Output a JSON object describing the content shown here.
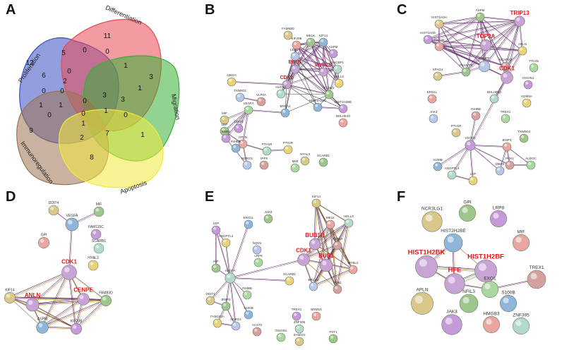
{
  "panels": [
    {
      "id": "venn",
      "label": "A"
    },
    {
      "id": "netB",
      "label": "B"
    },
    {
      "id": "netC",
      "label": "C"
    },
    {
      "id": "netD",
      "label": "D"
    },
    {
      "id": "netE",
      "label": "E"
    },
    {
      "id": "netF",
      "label": "F"
    }
  ],
  "venn": {
    "sets": [
      {
        "name": "Proliferation",
        "color": "#3b4fc4"
      },
      {
        "name": "Differentiation",
        "color": "#e84a55"
      },
      {
        "name": "Migration",
        "color": "#35b035"
      },
      {
        "name": "Immunoregulation",
        "color": "#9c7350"
      },
      {
        "name": "Apoptosis",
        "color": "#f0ea3c"
      }
    ],
    "counts": [
      "12",
      "5",
      "11",
      "6",
      "0",
      "0",
      "2",
      "1",
      "0",
      "0",
      "3",
      "1",
      "0",
      "1",
      "3",
      "3",
      "0",
      "1",
      "1",
      "0",
      "0",
      "1",
      "0",
      "7",
      "1",
      "9",
      "2",
      "8"
    ]
  },
  "networks": {
    "B": {
      "nodes": [
        "FAM83D",
        "MELK",
        "KIF14",
        "ASPM",
        "KIF20B",
        "SHCBP1",
        "HELLS",
        "CDC20",
        "BUB1",
        "BUB1B",
        "CDK1",
        "CCNE2",
        "HIST1H2AC",
        "HIST1H2BE",
        "BHLHE40",
        "HVCN1",
        "GBGH",
        "TXNRD1",
        "VLP0A",
        "VEGFA",
        "MIF",
        "LEP",
        "BRCA2",
        "DDIT4",
        "APLN",
        "PTH1R",
        "PTGIR",
        "NDRG1",
        "IRF8",
        "MMI",
        "HYAL3",
        "SCARB1",
        "INHBB",
        "SSBB"
      ],
      "highlight": [
        "BUB1",
        "BUB1B",
        "CDK1"
      ]
    },
    "C": {
      "nodes": [
        "HIST1H3H",
        "ASPM",
        "TRIP13",
        "HIST1H3D",
        "ASF1B",
        "TOP2A",
        "ANLN",
        "CENPF",
        "NCAPG2",
        "TTC25",
        "SPAG4",
        "PKMYT1",
        "CDK1",
        "OSGIN1",
        "ERO1L",
        "BHLHE40",
        "KDM3A",
        "JAK3",
        "INHBB",
        "TREX1",
        "PTH1R",
        "TXNRD3",
        "S100B",
        "VEGFA",
        "BNIP3",
        "ANGPTL4",
        "LEP",
        "DDIT4",
        "PGK1",
        "ALDOC"
      ],
      "highlight": [
        "TOP2A",
        "TRIP13",
        "CDK1"
      ]
    },
    "D": {
      "nodes": [
        "DDIT4",
        "MIF",
        "VEGFA",
        "FAM115C",
        "GPI",
        "SCARB1",
        "HYAL3",
        "CDK1",
        "CENPE",
        "ANLN",
        "KIF14",
        "FAM83D",
        "ASPM",
        "KIF20B"
      ],
      "highlight": [
        "CDK1",
        "CENPE",
        "ANLN"
      ]
    },
    "E": {
      "nodes": [
        "KIF14",
        "JAK3",
        "ERO1L",
        "LEP",
        "MELK",
        "HELLS",
        "ANGPTL4",
        "NQO1",
        "TOP2A",
        "LRP8",
        "BUB1B",
        "MIF",
        "CDK1",
        "BUB1",
        "MYBL2",
        "VEGFA",
        "SCARB1",
        "BRCA2",
        "FEN1",
        "INHBB",
        "DDIT4",
        "BNIP3",
        "S100B",
        "TREX1",
        "BRMS1",
        "ZNF395",
        "FAM162A",
        "NDRG1",
        "ACAT2",
        "OSGIN1",
        "SH3D21",
        "PXT1"
      ],
      "highlight": [
        "BUB1B",
        "CDK1",
        "BUB1"
      ]
    },
    "F": {
      "nodes": [
        "NCR3LG1",
        "GPI",
        "HIST2H2BE",
        "LRP8",
        "MIF",
        "HIST1H2BK",
        "HIST1H2BF",
        "HFE",
        "TREX1",
        "EXO1",
        "APLN",
        "NFIL3",
        "S100B",
        "JAK3",
        "HMGB3",
        "ZNF395"
      ],
      "highlight": [
        "HIST1H2BK",
        "HIST1H2BF",
        "HFE"
      ]
    }
  }
}
